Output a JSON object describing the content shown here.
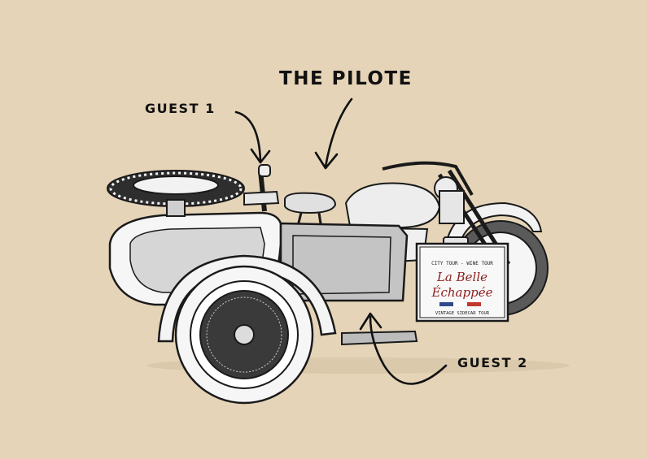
{
  "labels": {
    "pilote": "THE PILOTE",
    "guest1": "GUEST 1",
    "guest2": "GUEST 2"
  },
  "box": {
    "line1": "CITY TOUR - WINE TOUR",
    "line2": "La Belle",
    "line3": "Échappée",
    "line4": "VINTAGE SIDECAR TOUR"
  },
  "colors": {
    "background": "#e5d4b8",
    "ink": "#1a1a1a",
    "body": "#f4f4f4",
    "shade": "#bdbdbd",
    "flag_blue": "#2e4a8a",
    "flag_red": "#c0392b"
  }
}
